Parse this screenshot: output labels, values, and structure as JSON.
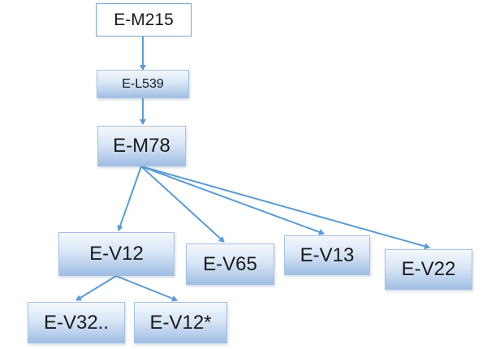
{
  "diagram": {
    "nodes": {
      "m215": "E-M215",
      "l539": "E-L539",
      "m78": "E-M78",
      "v12": "E-V12",
      "v65": "E-V65",
      "v13": "E-V13",
      "v22": "E-V22",
      "v32": "E-V32..",
      "v12star": "E-V12*"
    },
    "colors": {
      "connector": "#5b9bd5",
      "node_fill_top": "#f4f8fd",
      "node_fill_bottom": "#9fbde4",
      "node_border": "#a6c0e2",
      "root_border": "#7aa3c9"
    }
  }
}
